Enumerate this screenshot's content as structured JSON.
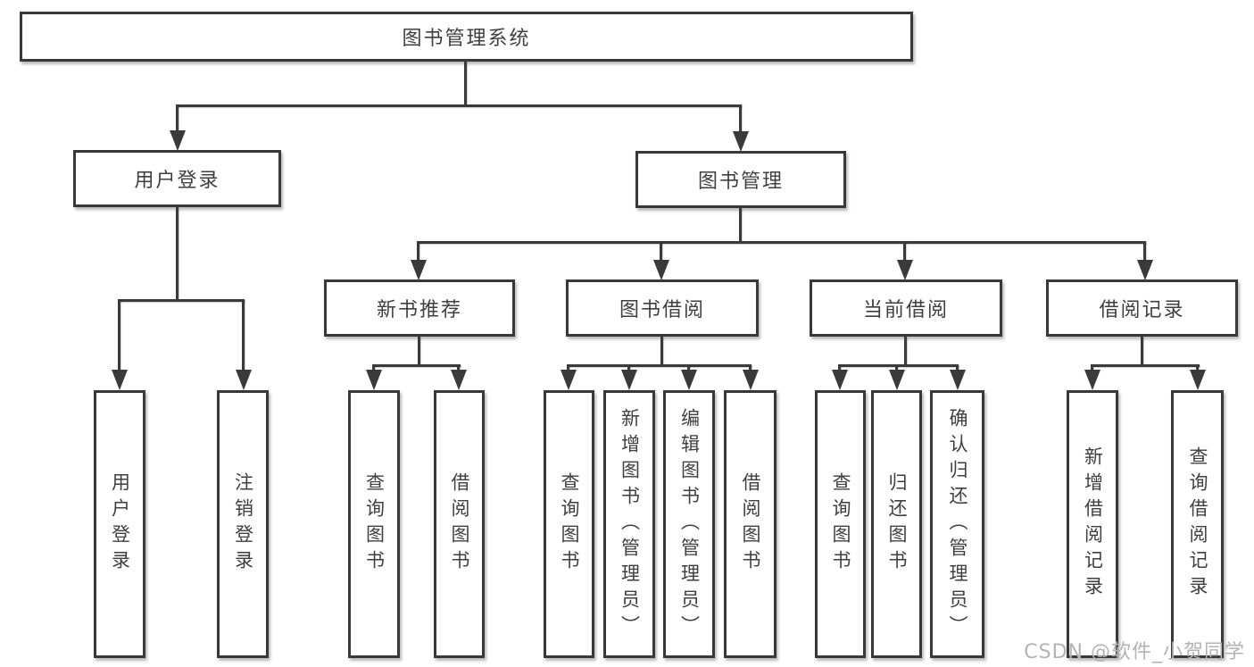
{
  "tree": {
    "root": "图书管理系统",
    "level1": [
      {
        "label": "用户登录",
        "children": [
          "用户登录",
          "注销登录"
        ]
      },
      {
        "label": "图书管理"
      }
    ],
    "level2": [
      {
        "label": "新书推荐",
        "children": [
          "查询图书",
          "借阅图书"
        ]
      },
      {
        "label": "图书借阅",
        "children": [
          "查询图书",
          "新增图书（管理员）",
          "编辑图书（管理员）",
          "借阅图书"
        ]
      },
      {
        "label": "当前借阅",
        "children": [
          "查询图书",
          "归还图书",
          "确认归还（管理员）"
        ]
      },
      {
        "label": "借阅记录",
        "children": [
          "新增借阅记录",
          "查询借阅记录"
        ]
      }
    ]
  },
  "watermark": {
    "text": "CSDN @软件_小贺同学"
  },
  "colors": {
    "line": "#3a3a3a",
    "text": "#3f3f3f",
    "watermark": "#b3b3b3",
    "background": "#ffffff"
  }
}
